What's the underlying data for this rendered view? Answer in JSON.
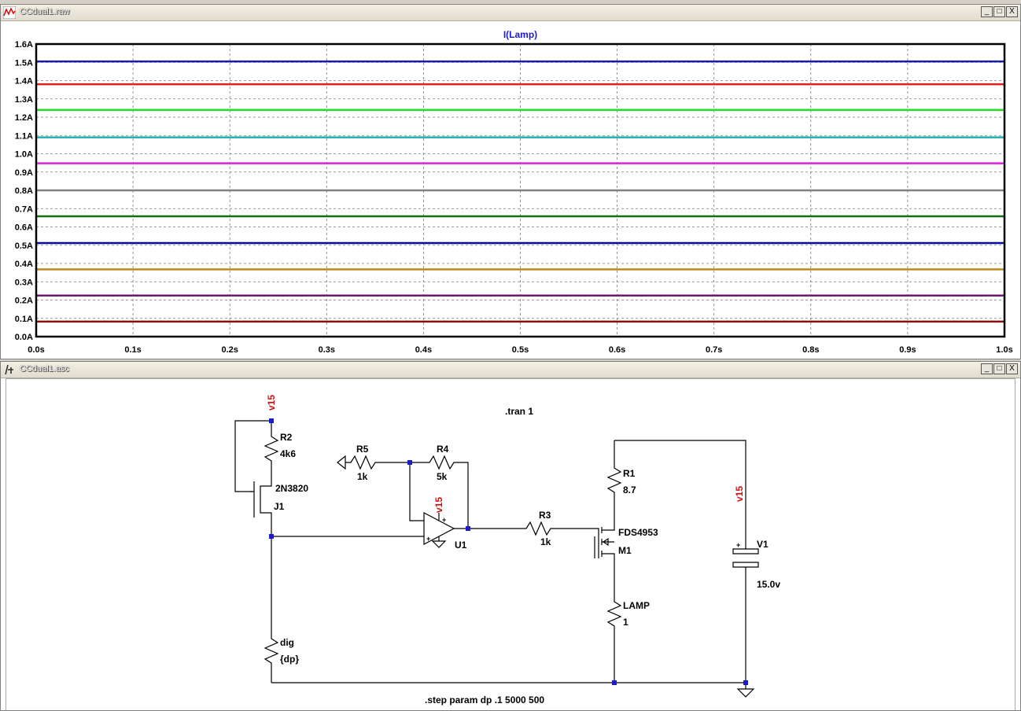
{
  "plot_window": {
    "title": "CCdual1.raw",
    "buttons": {
      "minimize": "_",
      "restore": "□",
      "close": "X"
    }
  },
  "schematic_window": {
    "title": "CCdual1.asc",
    "buttons": {
      "minimize": "_",
      "restore": "□",
      "close": "X"
    }
  },
  "chart_data": {
    "type": "line",
    "title": "I(Lamp)",
    "xlabel": "",
    "ylabel": "",
    "xlim": [
      0.0,
      1.0
    ],
    "ylim": [
      0.0,
      1.6
    ],
    "grid": true,
    "x_ticks": [
      "0.0s",
      "0.1s",
      "0.2s",
      "0.3s",
      "0.4s",
      "0.5s",
      "0.6s",
      "0.7s",
      "0.8s",
      "0.9s",
      "1.0s"
    ],
    "y_ticks": [
      "0.0A",
      "0.1A",
      "0.2A",
      "0.3A",
      "0.4A",
      "0.5A",
      "0.6A",
      "0.7A",
      "0.8A",
      "0.9A",
      "1.0A",
      "1.1A",
      "1.2A",
      "1.3A",
      "1.4A",
      "1.5A",
      "1.6A"
    ],
    "x": [
      0.0,
      1.0
    ],
    "series": [
      {
        "values": [
          1.505,
          1.505
        ],
        "color": "#1a1ab0"
      },
      {
        "values": [
          1.38,
          1.38
        ],
        "color": "#e02020"
      },
      {
        "values": [
          1.24,
          1.24
        ],
        "color": "#20e020"
      },
      {
        "values": [
          1.09,
          1.09
        ],
        "color": "#20b0b0"
      },
      {
        "values": [
          0.948,
          0.948
        ],
        "color": "#e020e0"
      },
      {
        "values": [
          0.8,
          0.8
        ],
        "color": "#808080"
      },
      {
        "values": [
          0.658,
          0.658
        ],
        "color": "#107010"
      },
      {
        "values": [
          0.512,
          0.512
        ],
        "color": "#0a0a90"
      },
      {
        "values": [
          0.368,
          0.368
        ],
        "color": "#b88a20"
      },
      {
        "values": [
          0.225,
          0.225
        ],
        "color": "#701870"
      },
      {
        "values": [
          0.082,
          0.082
        ],
        "color": "#8a1010"
      }
    ]
  },
  "schematic": {
    "directive_tran": ".tran 1",
    "directive_step": ".step param dp .1 5000 500",
    "components": {
      "r2": {
        "name": "R2",
        "value": "4k6"
      },
      "j1": {
        "name": "J1",
        "value": "2N3820"
      },
      "r5": {
        "name": "R5",
        "value": "1k"
      },
      "r4": {
        "name": "R4",
        "value": "5k"
      },
      "u1": {
        "name": "U1"
      },
      "r3": {
        "name": "R3",
        "value": "1k"
      },
      "r1": {
        "name": "R1",
        "value": "8.7"
      },
      "m1": {
        "name": "M1",
        "value": "FDS4953"
      },
      "lamp": {
        "name": "LAMP",
        "value": "1"
      },
      "v1": {
        "name": "V1",
        "value": "15.0v"
      },
      "dig": {
        "name": "dig",
        "value": "{dp}"
      }
    },
    "net_label": "v15",
    "net_color": "#d01010"
  }
}
